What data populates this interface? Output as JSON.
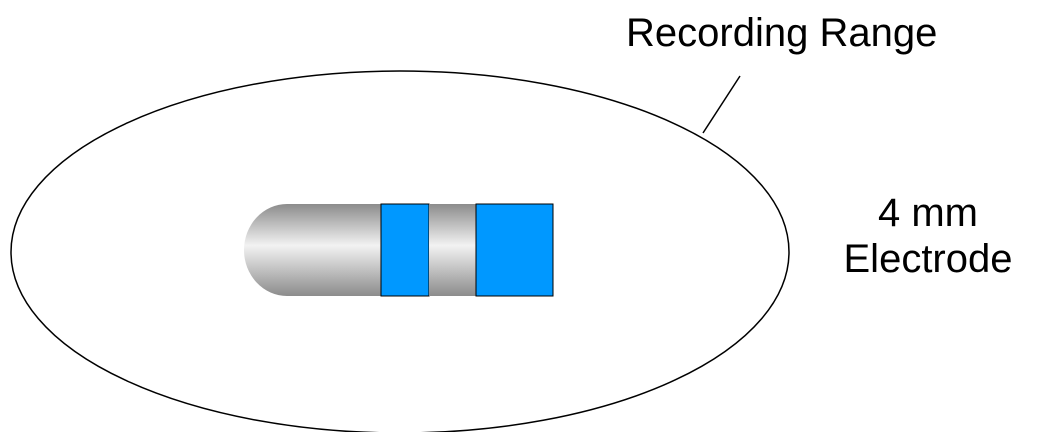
{
  "labels": {
    "recording_range": "Recording Range",
    "electrode_size": "4 mm",
    "electrode_name": "Electrode"
  },
  "colors": {
    "outline": "#000000",
    "contact": "#0098ff",
    "metal_light": "#f2f2f2",
    "metal_dark": "#8c8c8c",
    "background": "#ffffff"
  }
}
